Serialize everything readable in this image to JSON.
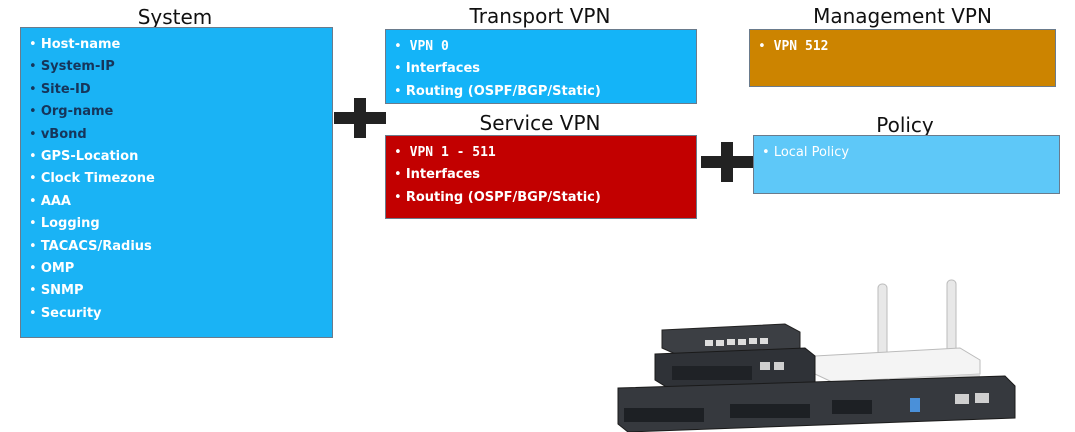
{
  "system": {
    "title": "System",
    "items": [
      "Host-name",
      "System-IP",
      "Site-ID",
      "Org-name",
      "vBond",
      "GPS-Location",
      "Clock Timezone",
      "AAA",
      "Logging",
      "TACACS/Radius",
      "OMP",
      "SNMP",
      "Security"
    ]
  },
  "transport_vpn": {
    "title": "Transport VPN",
    "items": [
      "VPN 0",
      "Interfaces",
      "Routing (OSPF/BGP/Static)"
    ]
  },
  "service_vpn": {
    "title": "Service VPN",
    "items": [
      "VPN 1 - 511",
      "Interfaces",
      "Routing (OSPF/BGP/Static)"
    ]
  },
  "management_vpn": {
    "title": "Management VPN",
    "items": [
      "VPN 512"
    ]
  },
  "policy": {
    "title": "Policy",
    "items": [
      "Local Policy"
    ]
  },
  "colors": {
    "system": "#1ab3f5",
    "transport": "#14b4f8",
    "service": "#c20000",
    "management": "#cc8400",
    "policy": "#5ec8f8",
    "plus": "#222222"
  },
  "icons": [
    "plus-icon",
    "router-hardware-icon"
  ]
}
